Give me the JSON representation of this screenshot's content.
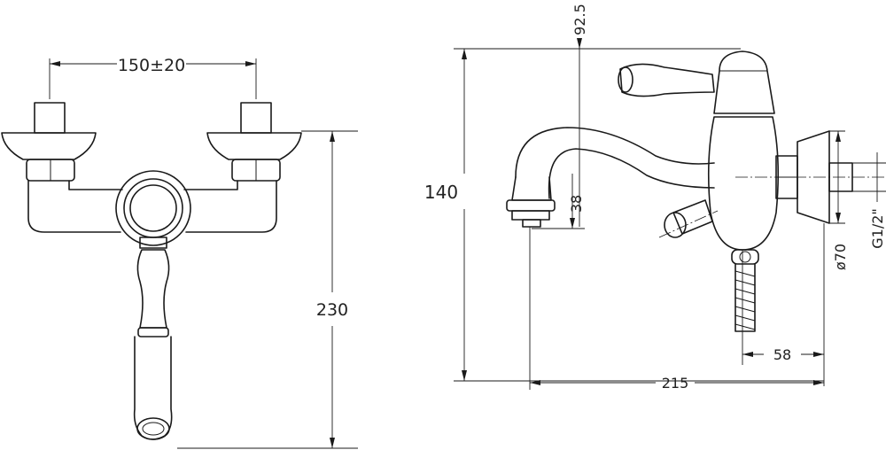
{
  "dimensions": {
    "front_spacing": "150±20",
    "front_height": "230",
    "side_top": "92.5",
    "side_height": "140",
    "spout_height": "38",
    "diameter": "ø70",
    "thread": "G1/2\"",
    "offset": "58",
    "length": "215"
  }
}
